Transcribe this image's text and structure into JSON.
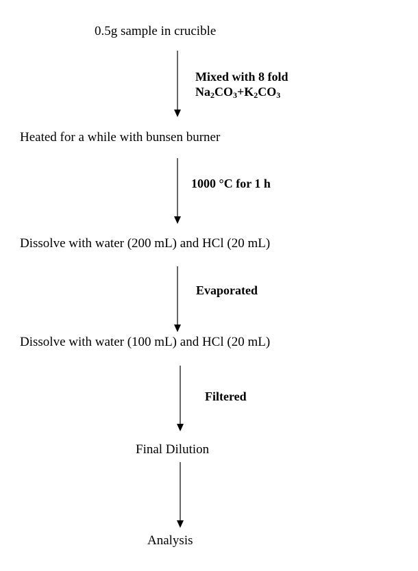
{
  "steps": [
    "0.5g sample in crucible",
    "Heated for a while with bunsen burner",
    "Dissolve with water (200 mL) and HCl (20 mL)",
    "Dissolve with water (100 mL) and HCl (20 mL)",
    "Final Dilution",
    "Analysis"
  ],
  "notes": {
    "mix_line1": "Mixed with 8 fold",
    "mix_formula_parts": [
      "Na",
      "2",
      "CO",
      "3",
      "+K",
      "2",
      "CO",
      "3"
    ],
    "heat": "1000 °C for 1 h",
    "evaporated": "Evaporated",
    "filtered": "Filtered"
  },
  "colors": {
    "text": "#000000",
    "arrow": "#000000",
    "background": "#ffffff"
  }
}
